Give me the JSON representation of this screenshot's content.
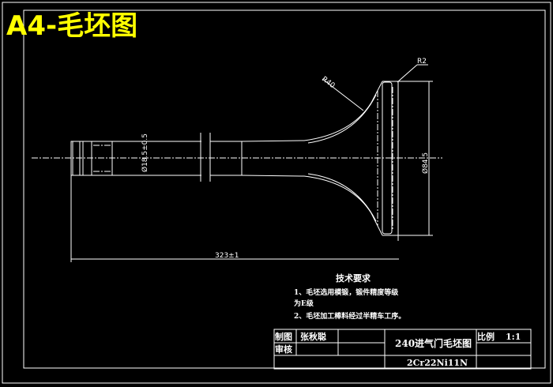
{
  "title": "A4-毛坯图",
  "colors": {
    "title": "#ffff00",
    "background": "#000000",
    "lines": "#ffffff"
  },
  "dimensions": {
    "stem_diameter": "Ø18.5±0.5",
    "head_diameter": "Ø84.5",
    "length": "323±1",
    "r_large": "R40",
    "r_small": "R2"
  },
  "tech": {
    "heading": "技术要求",
    "line1": "1、毛坯选用模锻，锻件精度等级",
    "line2": "为E级",
    "line3": "2、毛坯加工棒料经过半精车工序。"
  },
  "titleblock": {
    "drawn_label": "制图",
    "drawn_name": "张秋聪",
    "check_label": "审核",
    "part_name": "240进气门毛坯图",
    "material": "2Cr22Ni11N",
    "scale_label": "比例",
    "scale_value": "1:1"
  }
}
